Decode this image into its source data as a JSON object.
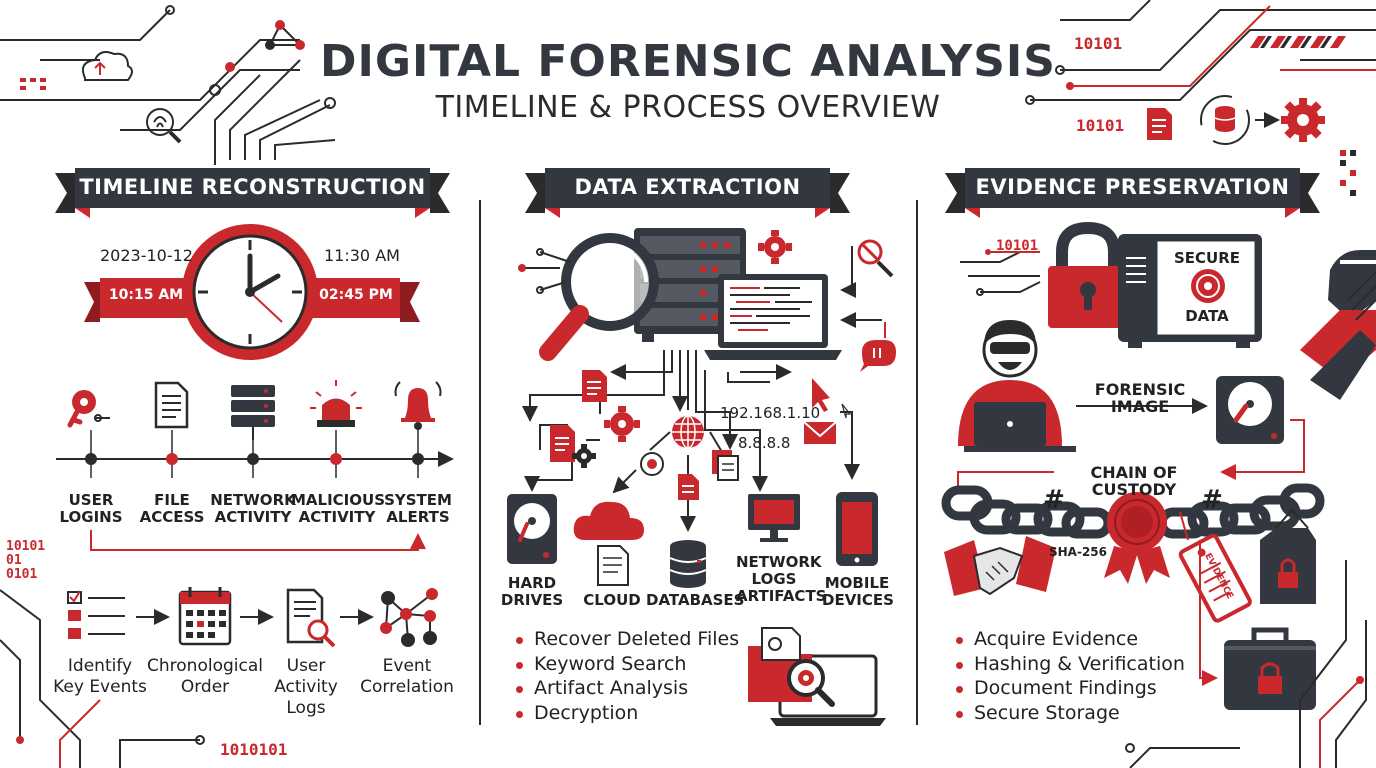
{
  "header": {
    "title": "DIGITAL FORENSIC ANALYSIS",
    "subtitle": "TIMELINE & PROCESS OVERVIEW"
  },
  "binary": {
    "top_right_1": "10101",
    "top_right_2": "10101",
    "left_side_1": "10101",
    "left_side_2": "01",
    "left_side_3": "0101",
    "bottom_left": "1010101",
    "evidence_top": "10101"
  },
  "timeline": {
    "banner": "TIMELINE RECONSTRUCTION",
    "date": "2023-10-12",
    "time_top": "11:30 AM",
    "time_left": "10:15 AM",
    "time_right": "02:45 PM",
    "events": [
      {
        "label": "USER\nLOGINS",
        "icon": "key-icon"
      },
      {
        "label": "FILE\nACCESS",
        "icon": "document-icon"
      },
      {
        "label": "NETWORK\nACTIVITY",
        "icon": "server-icon"
      },
      {
        "label": "MALICIOUS\nACTIVITY",
        "icon": "alarm-light-icon"
      },
      {
        "label": "SYSTEM\nALERTS",
        "icon": "bell-icon"
      }
    ],
    "steps": [
      {
        "label": "Identify\nKey Events",
        "icon": "checklist-icon"
      },
      {
        "label": "Chronological\nOrder",
        "icon": "calendar-icon"
      },
      {
        "label": "User\nActivity Logs",
        "icon": "log-search-icon"
      },
      {
        "label": "Event\nCorrelation",
        "icon": "network-graph-icon"
      }
    ]
  },
  "extraction": {
    "banner": "DATA EXTRACTION",
    "ip_1": "192.168.1.10",
    "ip_2": "8.8.8.8",
    "sources": [
      {
        "label": "HARD\nDRIVES",
        "icon": "hard-drive-icon"
      },
      {
        "label": "CLOUD",
        "icon": "cloud-icon"
      },
      {
        "label": "DATABASES",
        "icon": "database-icon"
      },
      {
        "label": "NETWORK\nLOGS\nARTIFACTS",
        "icon": "monitor-icon"
      },
      {
        "label": "MOBILE\nDEVICES",
        "icon": "mobile-icon"
      }
    ],
    "bullets": [
      "Recover Deleted Files",
      "Keyword Search",
      "Artifact Analysis",
      "Decryption"
    ]
  },
  "preservation": {
    "banner": "EVIDENCE PRESERVATION",
    "safe_label_1": "SECURE",
    "safe_label_2": "DATA",
    "forensic_image": "FORENSIC IMAGE",
    "chain_of_custody": "CHAIN OF CUSTODY",
    "hash_symbol": "#",
    "hash_label": "SHA-256",
    "tag_text": "EVIDENCE",
    "bullets": [
      "Acquire Evidence",
      "Hashing & Verification",
      "Document Findings",
      "Secure Storage"
    ]
  },
  "colors": {
    "red": "#c9282d",
    "dark": "#333840",
    "grey": "#e6e6e6"
  }
}
